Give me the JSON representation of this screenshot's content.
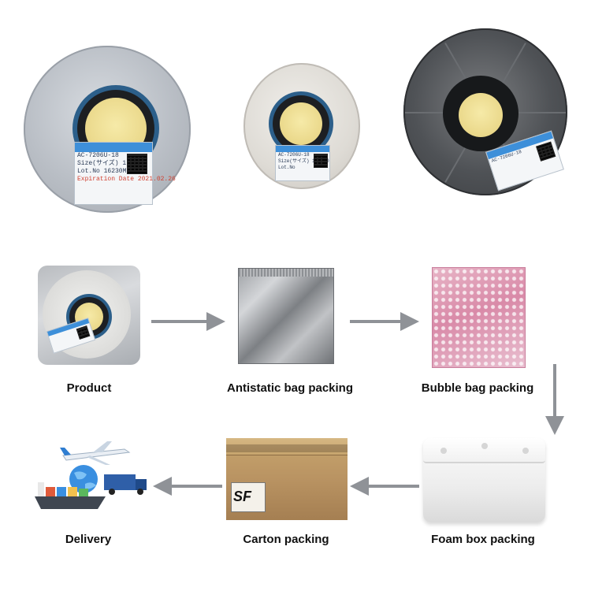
{
  "reels": [
    {
      "label_lines": [
        "AC-7206U-18",
        "Size(サイズ)   1.5*50",
        "Lot.No 16230M  A126",
        "",
        "Expiration Date  2021.02.26"
      ]
    },
    {
      "label_lines": [
        "AC-7206U-18",
        "Size(サイズ)  1.5*50",
        "Lot.No",
        "",
        ""
      ]
    },
    {
      "label_lines": [
        "AC-7206U-18",
        "",
        "",
        ""
      ]
    }
  ],
  "steps": {
    "product": "Product",
    "antistatic": "Antistatic bag packing",
    "bubble": "Bubble bag packing",
    "foam": "Foam box packing",
    "carton": "Carton packing",
    "delivery": "Delivery"
  },
  "carton": {
    "logo": "SF"
  },
  "colors": {
    "arrow": "#8f9297",
    "label_band": "#3d8fd9",
    "hub": "#ead88a"
  }
}
